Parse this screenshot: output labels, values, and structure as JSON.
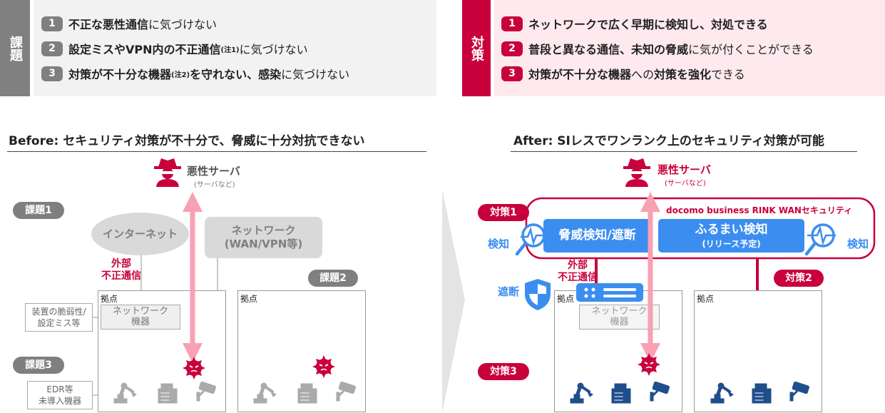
{
  "issues": {
    "label": "課題",
    "items": [
      {
        "num": "1",
        "bold": "不正な悪性通信",
        "normal": "に気づけない",
        "note": ""
      },
      {
        "num": "2",
        "bold": "設定ミスやVPN内の不正通信",
        "note": "(注1)",
        "normal": " に気づけない"
      },
      {
        "num": "3",
        "bold": "対策が不十分な機器",
        "note": "(注2)",
        "bold2": " を守れない、感染",
        "normal": "に気づけない"
      }
    ]
  },
  "measures": {
    "label": "対策",
    "items": [
      {
        "num": "1",
        "bold": "ネットワークで広く早期に検知し、対処できる"
      },
      {
        "num": "2",
        "bold": "普段と異なる通信、未知の脅威",
        "normal": "に気が付くことができる"
      },
      {
        "num": "3",
        "bold": "対策が不十分な機器",
        "normal": "への",
        "bold2": "対策を強化",
        "normal2": "できる"
      }
    ]
  },
  "before": {
    "title": "Before: セキュリティ対策が不十分で、脅威に十分対抗できない",
    "server": "悪性サーバ",
    "server_sub": "(サーバなど)",
    "issue1": "課題1",
    "issue2": "課題2",
    "issue3": "課題3",
    "internet": "インターネット",
    "wan1": "ネットワーク",
    "wan2": "(WAN/VPN等)",
    "attack1": "外部",
    "attack2": "不正通信",
    "site": "拠点",
    "netdev1": "ネットワーク",
    "netdev2": "機器",
    "vuln1": "装置の脆弱性/",
    "vuln2": "設定ミス等",
    "edr1": "EDR等",
    "edr2": "未導入機器"
  },
  "after": {
    "title": "After: SIレスでワンランク上のセキュリティ対策が可能",
    "server": "悪性サーバ",
    "server_sub": "(サーバなど)",
    "m1": "対策1",
    "m2": "対策2",
    "m3": "対策3",
    "service": "docomo  business  RINK WANセキュリティ",
    "box1": "脅威検知/遮断",
    "box2": "ふるまい検知",
    "box2_sub": "(リリース予定)",
    "detect": "検知",
    "block": "遮断",
    "attack1": "外部",
    "attack2": "不正通信",
    "site": "拠点",
    "netdev1": "ネットワーク",
    "netdev2": "機器"
  },
  "colors": {
    "red": "#c8003c",
    "gray": "#7f7f7f",
    "blue": "#3b8ef0",
    "navy": "#1f4e8c",
    "pink": "#f7a1b3"
  }
}
